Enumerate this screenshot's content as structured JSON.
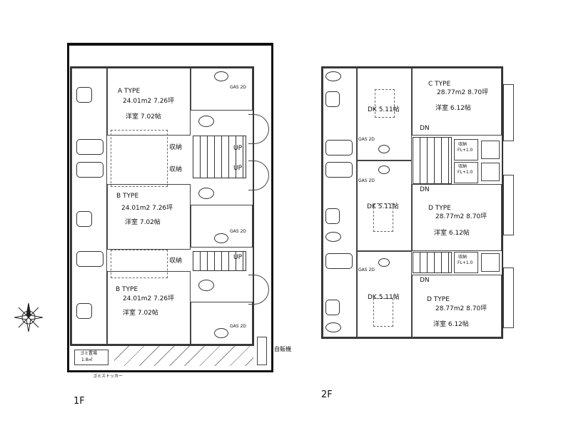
{
  "floor_1": {
    "label": "1F",
    "units": [
      {
        "type": "A TYPE",
        "area": "24.01m2  7.26坪",
        "room": "洋室 7.02帖"
      },
      {
        "type": "B TYPE",
        "area": "24.01m2  7.26坪",
        "room": "洋室 7.02帖"
      },
      {
        "type": "B TYPE",
        "area": "24.01m2  7.26坪",
        "room": "洋室 7.02帖"
      }
    ],
    "storage": "収納",
    "up": "UP",
    "gas": "GAS 2D",
    "garbage_area": "ゴミ置場",
    "garbage_size": "1.8㎡",
    "garbage_stocker": "ゴミストッカー",
    "vending_machine": "自販機"
  },
  "floor_2": {
    "label": "2F",
    "units": [
      {
        "type": "C TYPE",
        "area": "28.77m2  8.70坪",
        "room": "洋室 6.12帖",
        "dk": "DK 5.11帖"
      },
      {
        "type": "D TYPE",
        "area": "28.77m2  8.70坪",
        "room": "洋室 6.12帖",
        "dk": "DK 5.11帖"
      },
      {
        "type": "D TYPE",
        "area": "28.77m2  8.70坪",
        "room": "洋室 6.12帖",
        "dk": "DK 5.11帖"
      }
    ],
    "dn": "DN",
    "storage": "収納",
    "storage_level": "FL+1.0",
    "gas": "GAS 2D"
  },
  "compass_icon": "north-arrow-icon"
}
